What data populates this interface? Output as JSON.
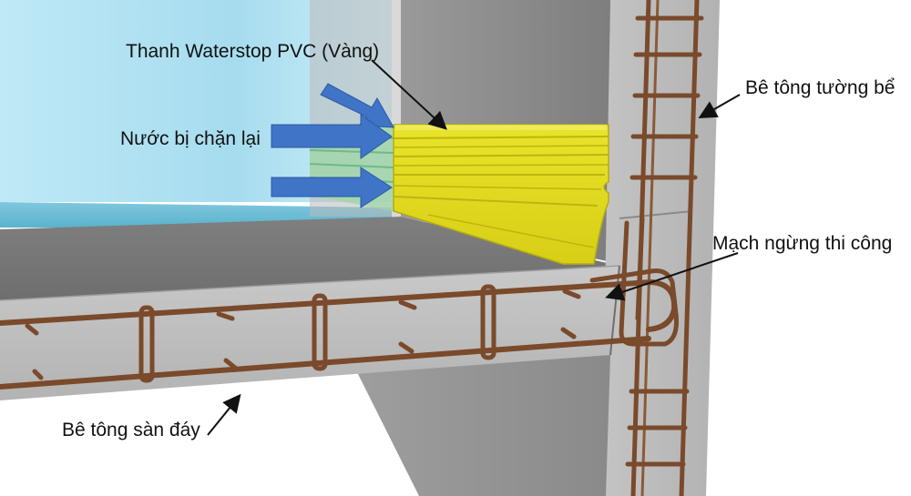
{
  "labels": {
    "waterstop": "Thanh Waterstop PVC (Vàng)",
    "water_blocked": "Nước bị chặn lại",
    "wall_concrete": "Bê tông tường bể",
    "construction_joint": "Mạch ngừng thi công",
    "floor_concrete": "Bê tông sàn đáy"
  },
  "colors": {
    "water": "#a9dff0",
    "concrete": "#b4b4b4",
    "concrete_dark": "#8f8f8f",
    "waterstop": "#e6df1f",
    "arrow": "#3f74c6",
    "rebar": "#7a4a2b"
  }
}
